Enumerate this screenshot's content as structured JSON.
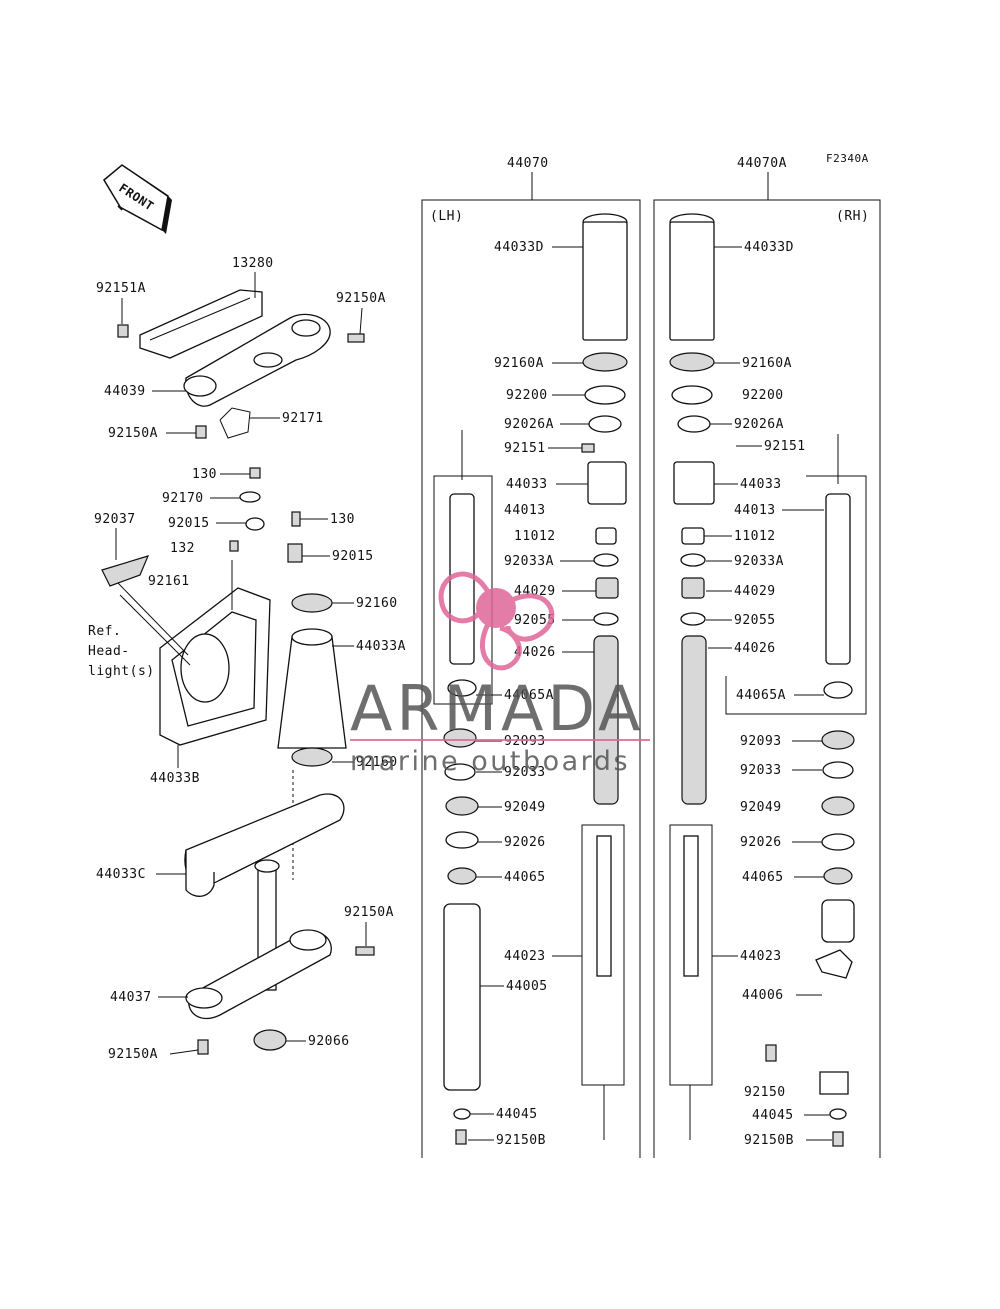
{
  "diagram_code": "F2340A",
  "front_label": "FRONT",
  "ref_note": [
    "Ref.",
    "Head-",
    "light(s)"
  ],
  "watermark": {
    "brand": "ARMADA",
    "tagline": "marine outboards",
    "color": "#e0669a"
  },
  "assembly_lh": {
    "number": "44070",
    "side": "(LH)"
  },
  "assembly_rh": {
    "number": "44070A",
    "side": "(RH)"
  },
  "labels": {
    "l13280": "13280",
    "l92151A": "92151A",
    "l92150A_1": "92150A",
    "l44039": "44039",
    "l92150A_2": "92150A",
    "l92171": "92171",
    "l130_1": "130",
    "l92170": "92170",
    "l92015_1": "92015",
    "l92037": "92037",
    "l130_2": "130",
    "l132": "132",
    "l92015_2": "92015",
    "l92161": "92161",
    "l92160_1": "92160",
    "l44033A": "44033A",
    "l44033B": "44033B",
    "l92160_2": "92160",
    "l44033C": "44033C",
    "l92150A_3": "92150A",
    "l44037": "44037",
    "l92066": "92066",
    "l92150A_4": "92150A",
    "lh_44033D": "44033D",
    "lh_92160A": "92160A",
    "lh_92200": "92200",
    "lh_92026A": "92026A",
    "lh_92151": "92151",
    "lh_44033": "44033",
    "lh_44013": "44013",
    "lh_11012": "11012",
    "lh_92033A": "92033A",
    "lh_44029": "44029",
    "lh_92055": "92055",
    "lh_44026": "44026",
    "lh_44065A": "44065A",
    "lh_92093": "92093",
    "lh_92033": "92033",
    "lh_92049": "92049",
    "lh_92026": "92026",
    "lh_44065": "44065",
    "lh_44023": "44023",
    "lh_44005": "44005",
    "lh_44045": "44045",
    "lh_92150B": "92150B",
    "rh_44033D": "44033D",
    "rh_92160A": "92160A",
    "rh_92200": "92200",
    "rh_92026A": "92026A",
    "rh_92151": "92151",
    "rh_44033": "44033",
    "rh_44013": "44013",
    "rh_11012": "11012",
    "rh_92033A": "92033A",
    "rh_44029": "44029",
    "rh_92055": "92055",
    "rh_44026": "44026",
    "rh_44065A": "44065A",
    "rh_92093": "92093",
    "rh_92033": "92033",
    "rh_92049": "92049",
    "rh_92026": "92026",
    "rh_44065": "44065",
    "rh_44023": "44023",
    "rh_44006": "44006",
    "rh_92150": "92150",
    "rh_44045": "44045",
    "rh_92150B": "92150B"
  }
}
